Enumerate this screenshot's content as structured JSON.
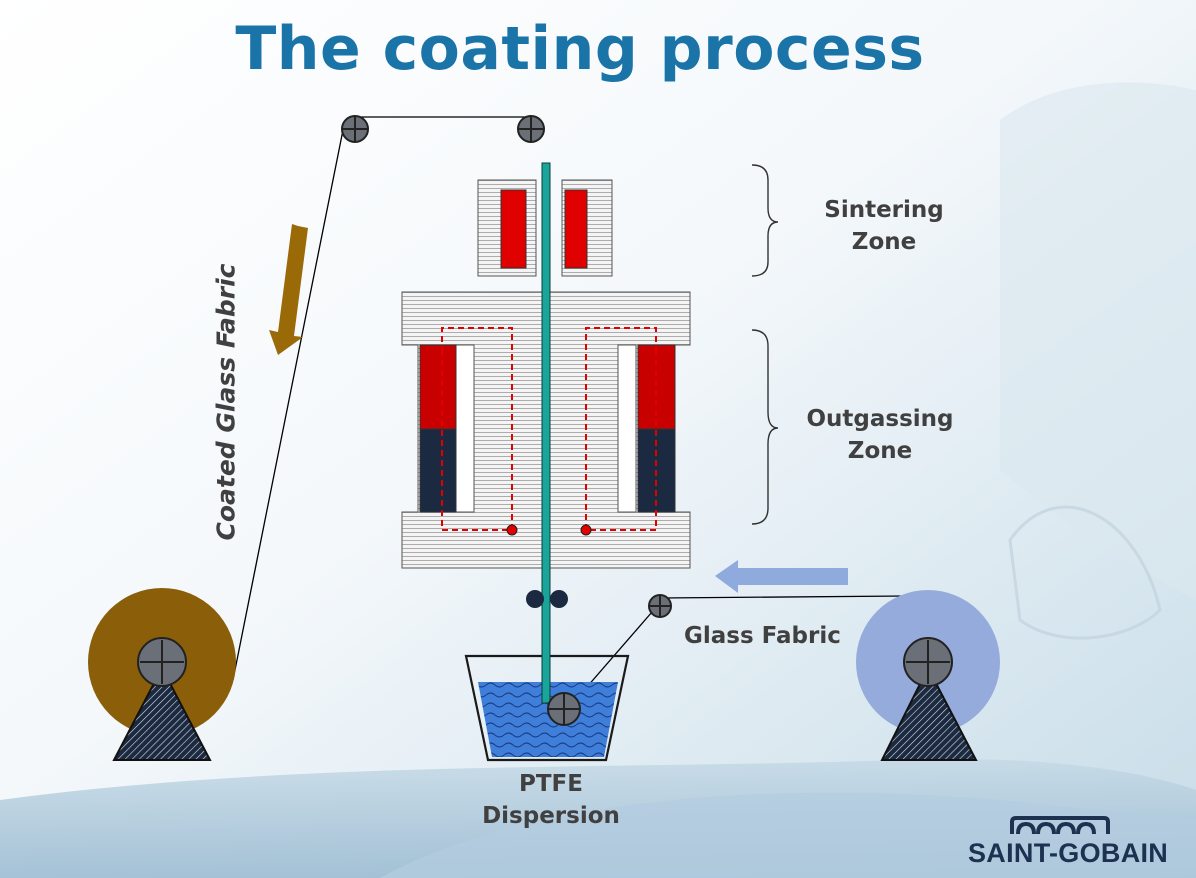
{
  "title": "The coating process",
  "labels": {
    "sintering_line1": "Sintering",
    "sintering_line2": "Zone",
    "outgassing_line1": "Outgassing",
    "outgassing_line2": "Zone",
    "glass_fabric": "Glass Fabric",
    "ptfe_line1": "PTFE",
    "ptfe_line2": "Dispersion",
    "coated_glass_fabric": "Coated Glass Fabric"
  },
  "logo": {
    "text": "SAINT-GOBAIN"
  },
  "colors": {
    "title": "#1a74a7",
    "coated_roll": "#8b5e0a",
    "glass_roll": "#94abdb",
    "heater_red": "#e00000",
    "oven_dark": "#1b2a40",
    "fabric_strip": "#1aa59a",
    "dispersion": "#3d7bd8",
    "arrow_brown": "#9a6a08",
    "arrow_blue": "#8faadd"
  },
  "icons": [
    "pulley-icon",
    "nip-roller-icon",
    "reel-stand-icon",
    "arrow-icon",
    "saint-gobain-logo"
  ]
}
